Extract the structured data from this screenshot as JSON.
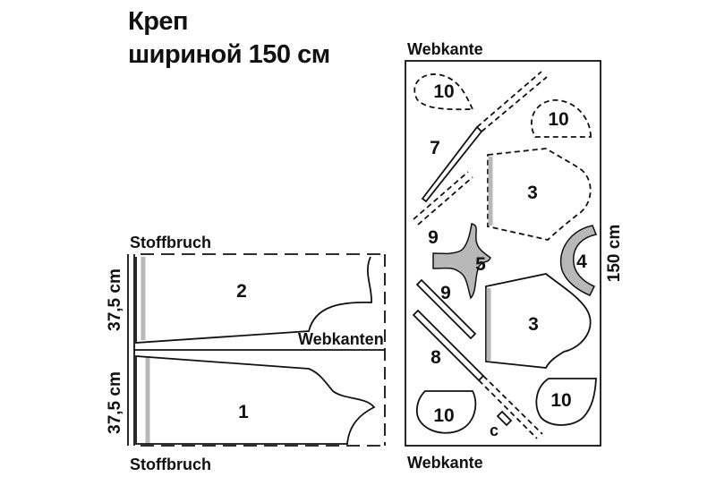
{
  "title": {
    "line1": "Креп",
    "line2": "шириной 150 см"
  },
  "left_layout": {
    "fold_label_top": "Stoffbruch",
    "fold_label_bottom": "Stoffbruch",
    "selvedge_label": "Webkanten",
    "height_top": "37,5 cm",
    "height_bottom": "37,5 cm",
    "pieces": [
      "2",
      "1"
    ]
  },
  "right_layout": {
    "selvedge_top": "Webkante",
    "selvedge_bottom": "Webkante",
    "width_label": "150 cm",
    "pieces": {
      "p10a": "10",
      "p10b": "10",
      "p7": "7",
      "p3a": "3",
      "p9a": "9",
      "p5": "5",
      "p4": "4",
      "p9b": "9",
      "p3b": "3",
      "p8": "8",
      "p10c": "10",
      "p10d": "10",
      "pc": "c"
    }
  },
  "colors": {
    "line": "#111111",
    "interfacing": "#b8b8b8",
    "background": "#ffffff"
  }
}
